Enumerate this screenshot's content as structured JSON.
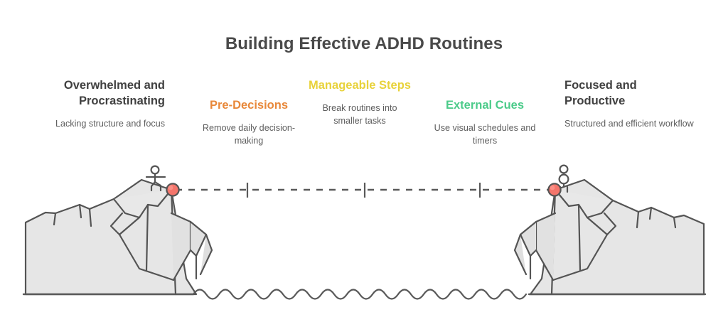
{
  "page": {
    "title": "Building Effective ADHD Routines",
    "background": "#ffffff"
  },
  "colors": {
    "title_text": "#4a4a4a",
    "heading_default": "#404040",
    "body_text": "#5d5d5d",
    "orange": "#E8883A",
    "yellow": "#E8D23A",
    "green": "#4CCB8A",
    "mountain_fill": "#E6E6E6",
    "mountain_stroke": "#545454",
    "marker_red": "#F4756B",
    "line_gray": "#595959"
  },
  "columns": [
    {
      "id": "overwhelmed-and-procrastinating",
      "heading": "Overwhelmed and Procrastinating",
      "description": "Lacking structure and focus",
      "color": "#404040",
      "align": "right"
    },
    {
      "id": "pre-decisions",
      "heading": "Pre-Decisions",
      "description": "Remove daily decision-making",
      "color": "#E8883A",
      "align": "center"
    },
    {
      "id": "manageable-steps",
      "heading": "Manageable Steps",
      "description": "Break routines into smaller tasks",
      "color": "#E8D23A",
      "align": "center"
    },
    {
      "id": "external-cues",
      "heading": "External Cues",
      "description": "Use visual schedules and timers",
      "color": "#4CCB8A",
      "align": "center"
    },
    {
      "id": "focused-and-productive",
      "heading": "Focused and Productive",
      "description": "Structured and efficient workflow",
      "color": "#404040",
      "align": "left"
    }
  ],
  "illustration": {
    "left_peak_label": "start-mountain",
    "right_peak_label": "goal-mountain",
    "left_figure": "stick-figure-arms-out",
    "right_figure": "stick-figure-standing",
    "connector": "dashed-journey-line",
    "connector_ticks": 3,
    "water": "wavy-water-line"
  }
}
